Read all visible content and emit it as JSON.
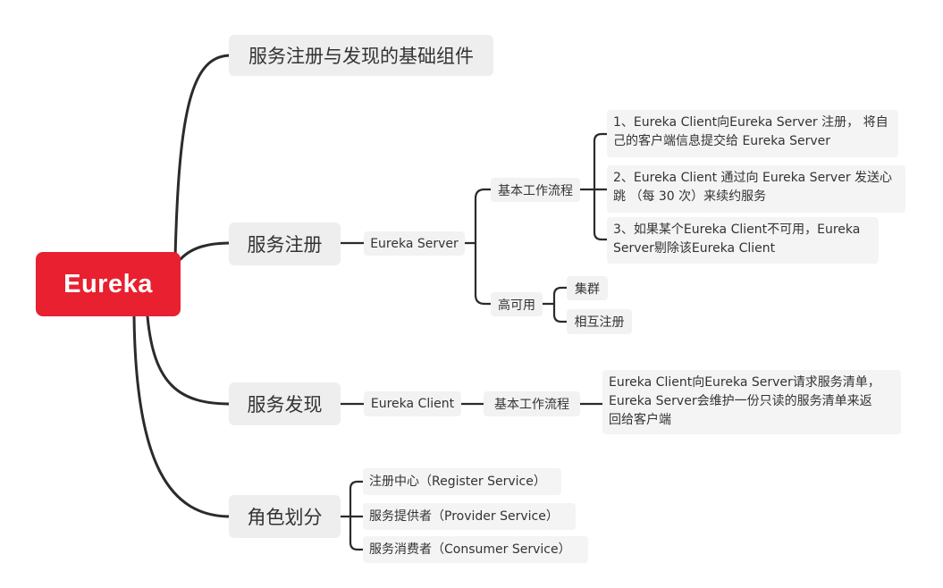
{
  "root": {
    "label": "Eureka"
  },
  "colors": {
    "root_fill": "#e8202f",
    "node_fill": "#eeeeee",
    "line": "#2b2b2b"
  },
  "branches": {
    "foundation": {
      "label": "服务注册与发现的基础组件"
    },
    "registration": {
      "label": "服务注册",
      "server": {
        "label": "Eureka Server",
        "workflow": {
          "label": "基本工作流程",
          "steps": [
            {
              "line1": "1、Eureka Client向Eureka Server 注册， 将自",
              "line2": "己的客户端信息提交给 Eureka Server"
            },
            {
              "line1": "2、Eureka Client 通过向 Eureka Server 发送心",
              "line2": "跳 （每 30 次）来续约服务"
            },
            {
              "line1": "3、如果某个Eureka Client不可用，Eureka",
              "line2": "Server剔除该Eureka Client"
            }
          ]
        },
        "ha": {
          "label": "高可用",
          "items": [
            "集群",
            "相互注册"
          ]
        }
      }
    },
    "discovery": {
      "label": "服务发现",
      "client": {
        "label": "Eureka Client",
        "workflow": {
          "label": "基本工作流程",
          "detail": {
            "line1": "Eureka Client向Eureka Server请求服务清单，",
            "line2": "Eureka Server会维护一份只读的服务清单来返",
            "line3": "回给客户端"
          }
        }
      }
    },
    "roles": {
      "label": "角色划分",
      "items": [
        "注册中心（Register Service）",
        "服务提供者（Provider Service）",
        "服务消费者（Consumer Service）"
      ]
    }
  }
}
